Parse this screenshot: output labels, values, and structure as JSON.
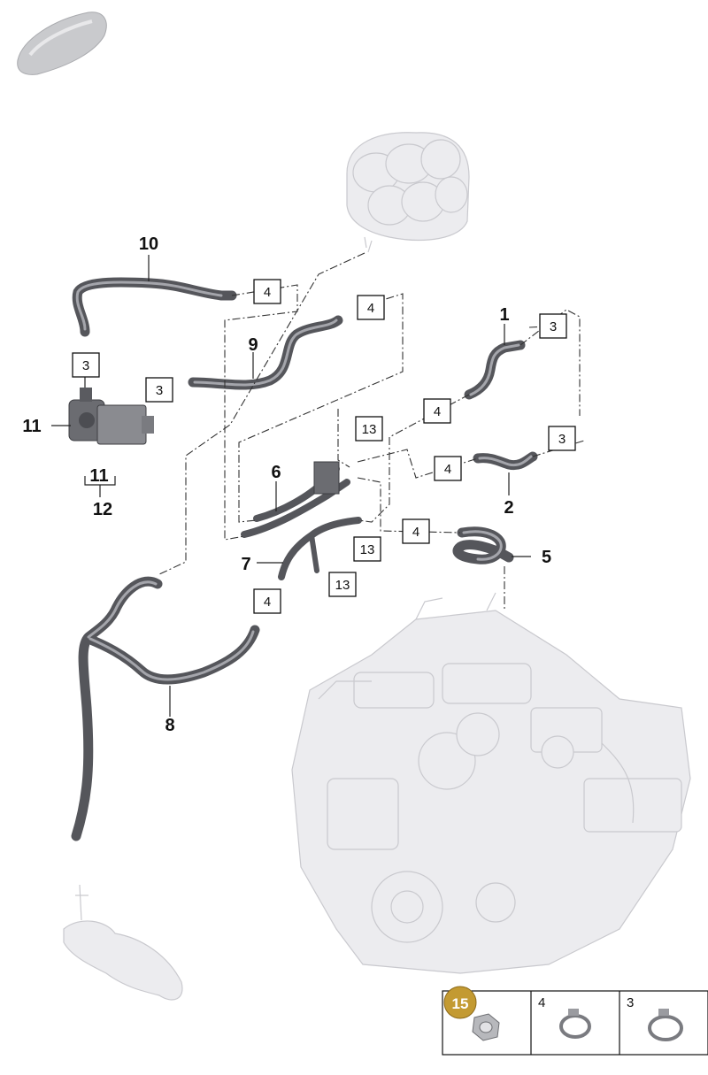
{
  "callouts": {
    "part_1": "1",
    "part_2": "2",
    "part_5": "5",
    "part_6": "6",
    "part_7": "7",
    "part_8": "8",
    "part_9": "9",
    "part_10": "10",
    "part_11a": "11",
    "part_11b": "11",
    "part_12": "12"
  },
  "boxed_refs": {
    "ref_4_a": "4",
    "ref_4_b": "4",
    "ref_3_a": "3",
    "ref_3_b": "3",
    "ref_3_c": "3",
    "ref_3_d": "3",
    "ref_4_c": "4",
    "ref_4_d": "4",
    "ref_4_e": "4",
    "ref_4_f": "4",
    "ref_13_a": "13",
    "ref_13_b": "13",
    "ref_13_c": "13"
  },
  "legend": {
    "badge": "15",
    "cell_2": "4",
    "cell_3": "3"
  },
  "colors": {
    "hose": "#55565b",
    "ghost": "#ececef",
    "badge": "#c39a32"
  }
}
